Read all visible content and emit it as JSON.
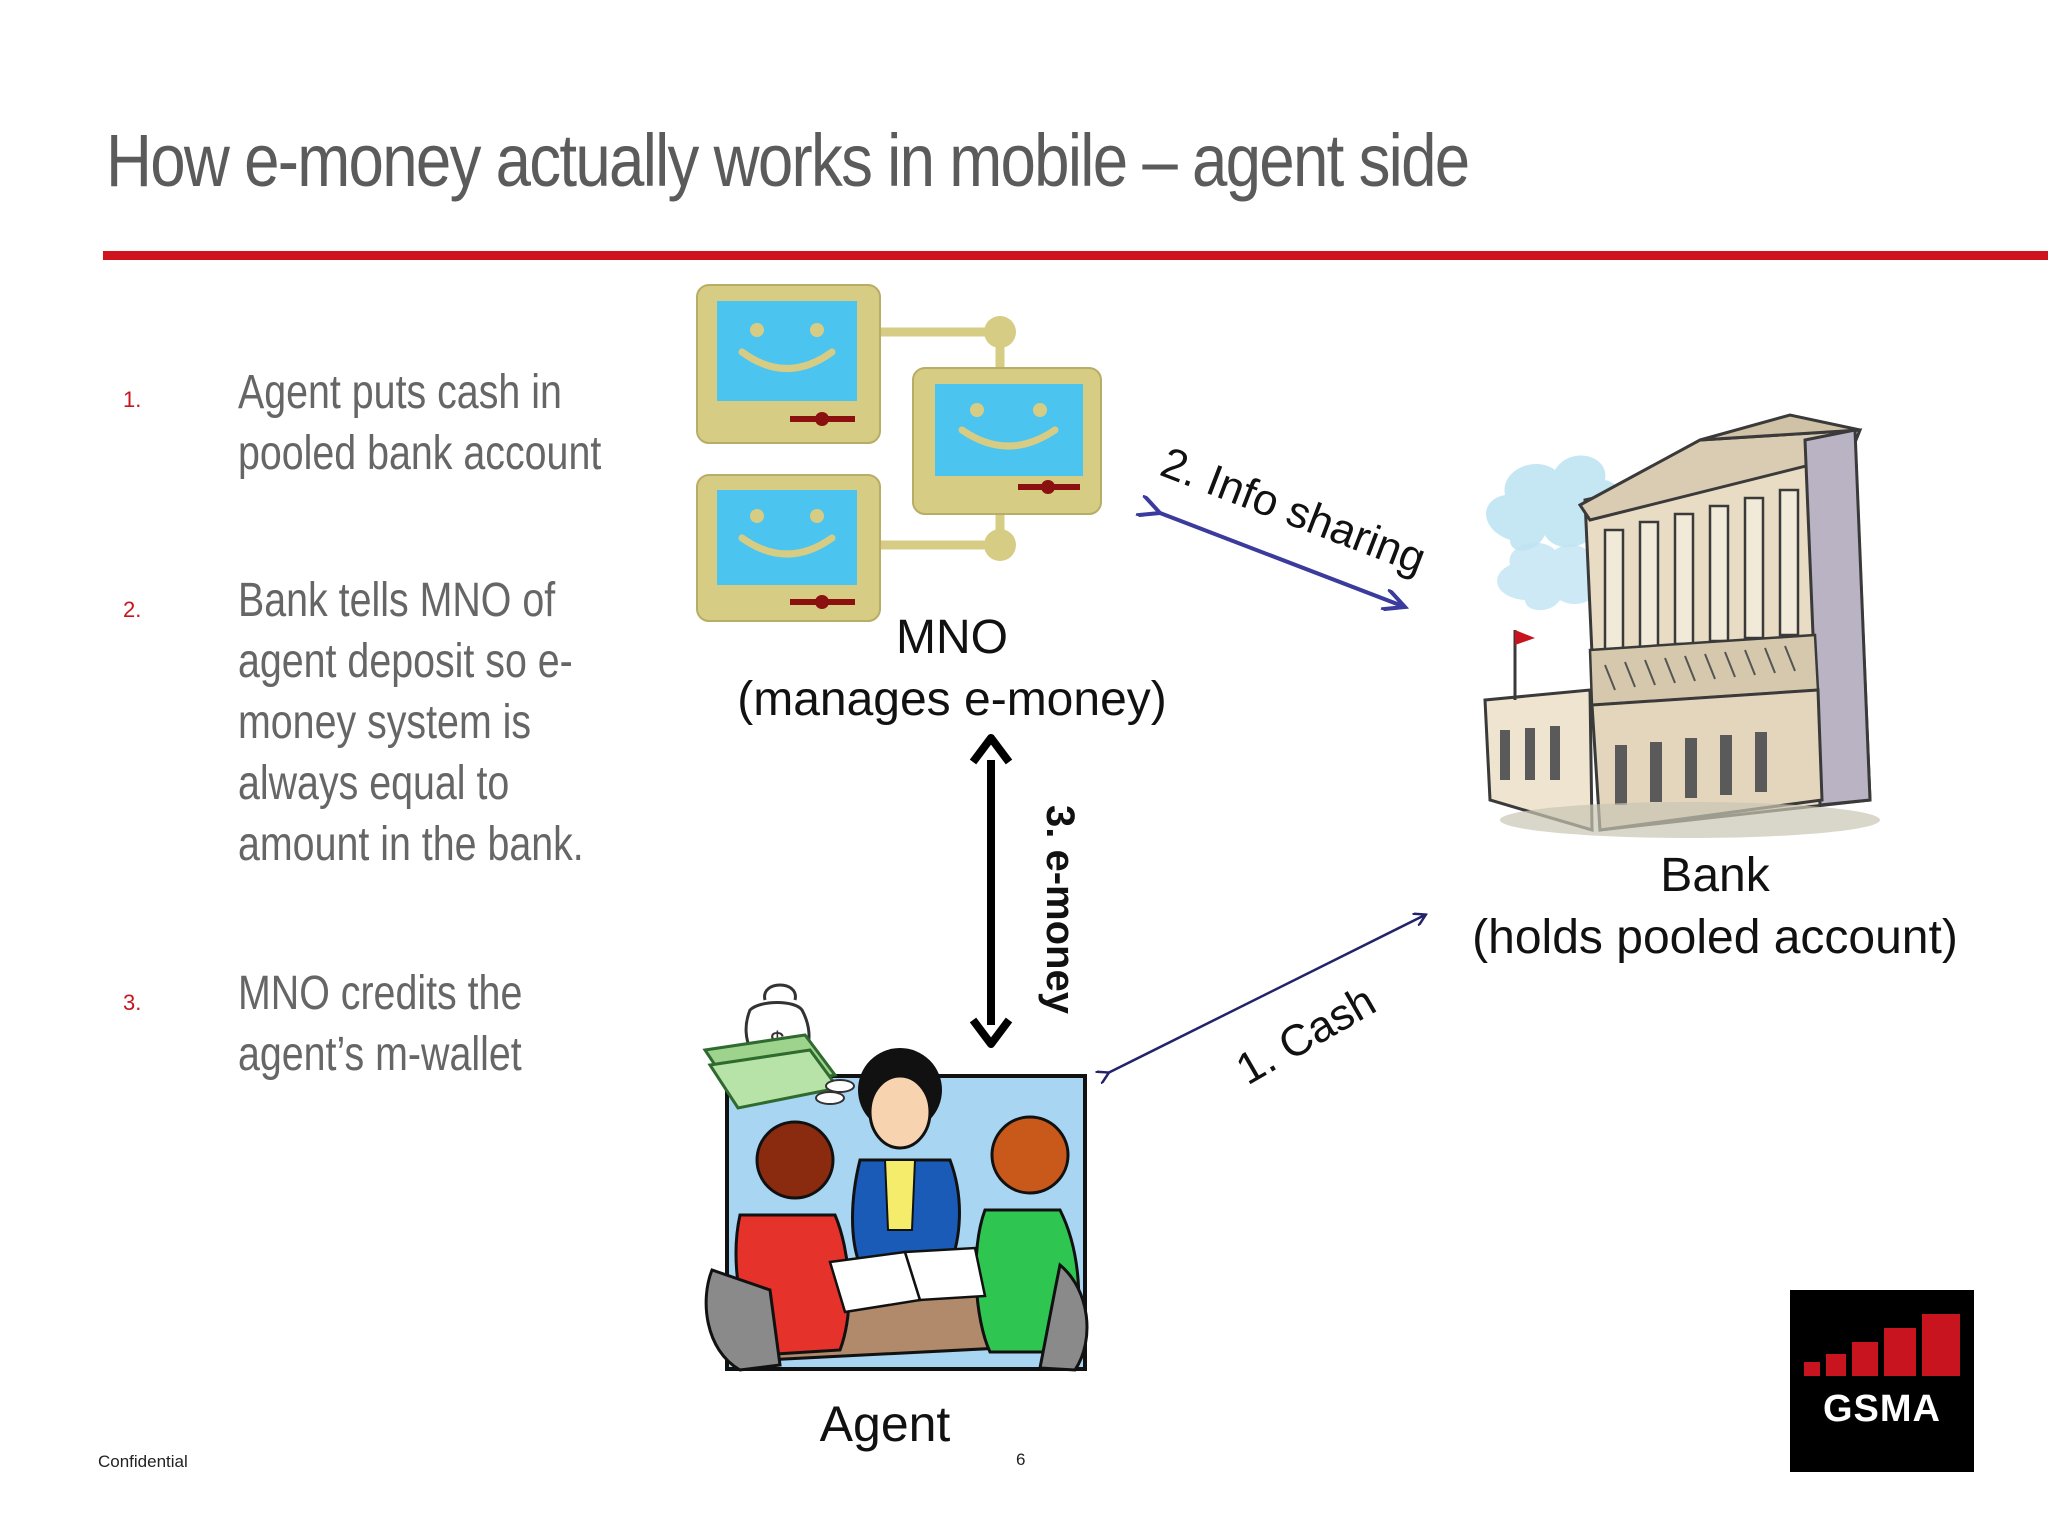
{
  "slide": {
    "title": "How e-money actually works in mobile – agent side",
    "footer_left": "Confidential",
    "page_number": "6"
  },
  "steps": [
    {
      "number": "1.",
      "text": "Agent puts cash in pooled bank account"
    },
    {
      "number": "2.",
      "text": "Bank tells MNO of agent deposit so e-money system is always equal to amount in the bank."
    },
    {
      "number": "3.",
      "text": "MNO credits the agent’s m-wallet"
    }
  ],
  "diagram": {
    "mno": {
      "name": "MNO",
      "role": "(manages e-money)"
    },
    "bank": {
      "name": "Bank",
      "role": "(holds pooled account)"
    },
    "agent": {
      "name": "Agent"
    },
    "arrows": {
      "info": "2. Info sharing",
      "emoney": "3. e-money",
      "cash": "1. Cash"
    }
  },
  "logo": {
    "text": "GSMA"
  },
  "colors": {
    "accent_red": "#d0141f",
    "screen_blue": "#4cc4f0",
    "monitor_khaki": "#d6cc84",
    "arrow_navy": "#23236b"
  },
  "icons": [
    "computer-network-icon",
    "bank-building-icon",
    "agent-meeting-icon"
  ]
}
